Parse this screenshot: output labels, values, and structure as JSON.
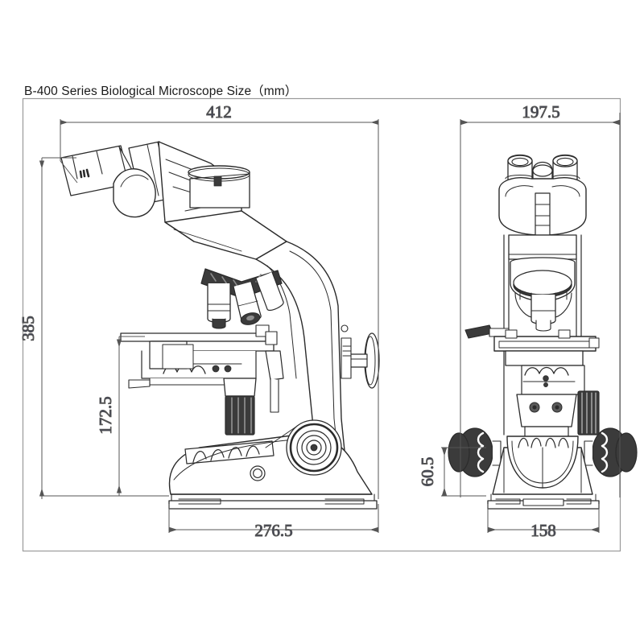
{
  "title": "B-400 Series Biological Microscope Size（mm）",
  "drawing": {
    "type": "technical-dimension-drawing",
    "subject": "B-400 Series Biological Microscope",
    "units": "mm",
    "views": [
      {
        "name": "side-view",
        "label": "side elevation"
      },
      {
        "name": "front-view",
        "label": "front elevation"
      }
    ]
  },
  "dimensions": {
    "side_overall_length": "412",
    "side_overall_height": "385",
    "side_stage_height": "172.5",
    "side_base_length": "276.5",
    "front_overall_width": "197.5",
    "front_base_height": "60.5",
    "front_base_width": "158"
  },
  "colors": {
    "line": "#2b2b2b",
    "dimension_line": "#555555",
    "dimension_text": "#3a3f55",
    "title_text": "#1a1a1a",
    "background": "#ffffff"
  }
}
